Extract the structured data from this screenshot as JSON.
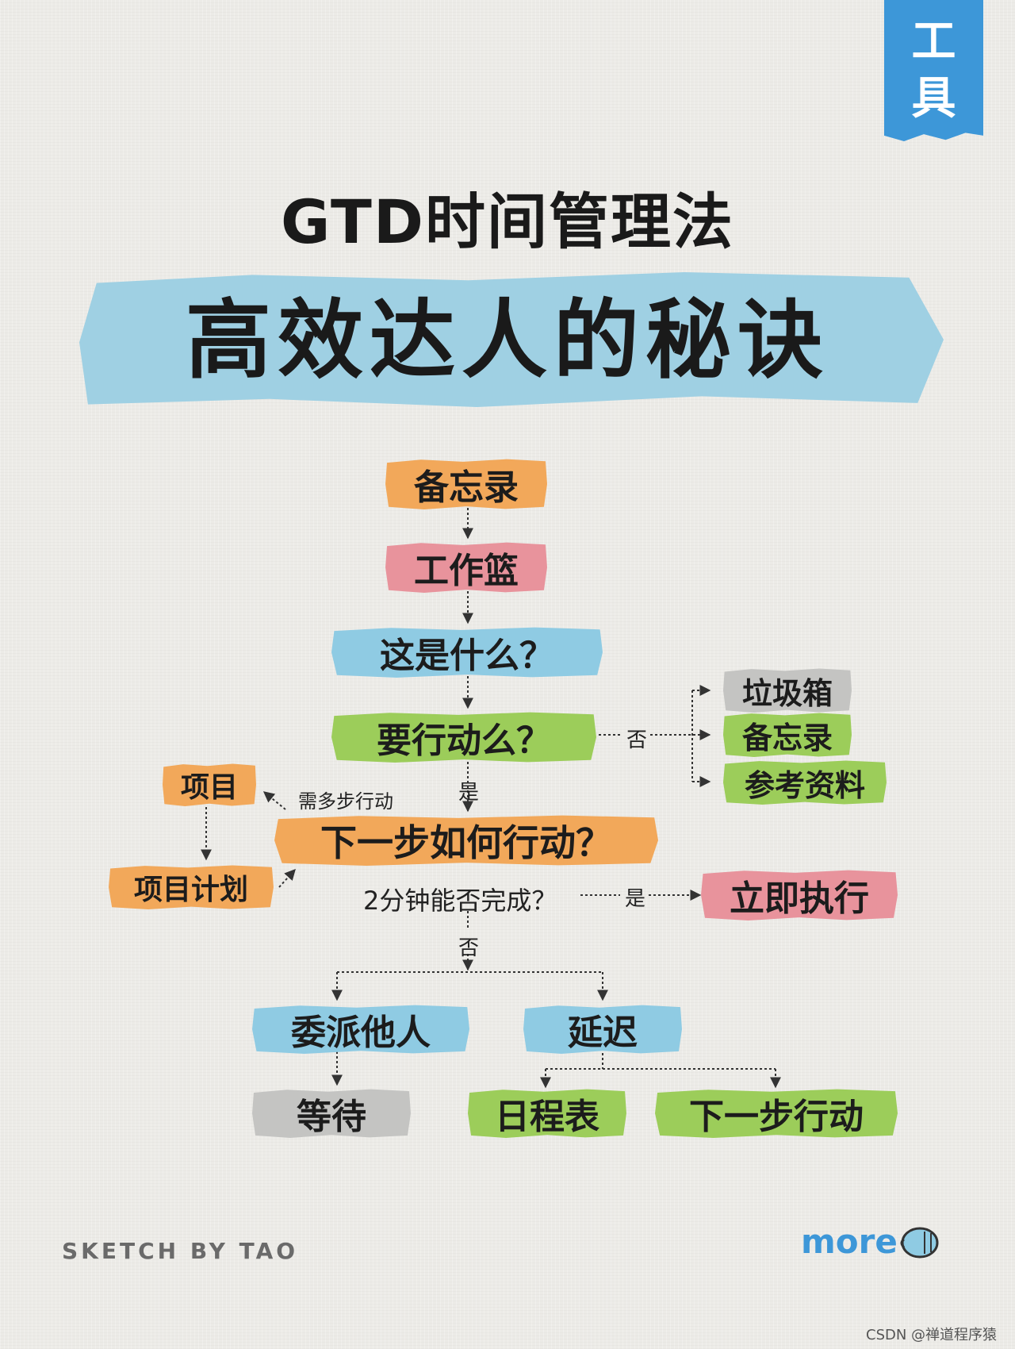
{
  "corner_tag": {
    "char1": "工",
    "char2": "具"
  },
  "title": {
    "small": "GTD时间管理法",
    "main": "高效达人的秘诀"
  },
  "flow": {
    "memo_top": "备忘录",
    "inbox": "工作篮",
    "what_is_it": "这是什么？",
    "actionable": "要行动么？",
    "trash": "垃圾箱",
    "memo_right": "备忘录",
    "reference": "参考资料",
    "project": "项目",
    "project_plan": "项目计划",
    "next_action_q": "下一步如何行动？",
    "two_min_q": "2分钟能否完成？",
    "do_now": "立即执行",
    "delegate": "委派他人",
    "defer": "延迟",
    "wait": "等待",
    "calendar": "日程表",
    "next_action": "下一步行动"
  },
  "edge_labels": {
    "no_1": "否",
    "yes_1": "是",
    "multi_step": "需多步行动",
    "yes_2": "是",
    "no_2": "否"
  },
  "footer": {
    "signature": "SKETCH BY TAO",
    "more": "more",
    "watermark": "CSDN @禅道程序猿"
  },
  "colors": {
    "orange": "#f2a85a",
    "pink": "#e8939c",
    "blue": "#8fcbe3",
    "green": "#9ccd5a",
    "gray": "#c4c4c2",
    "tag_blue": "#3d97d8"
  }
}
